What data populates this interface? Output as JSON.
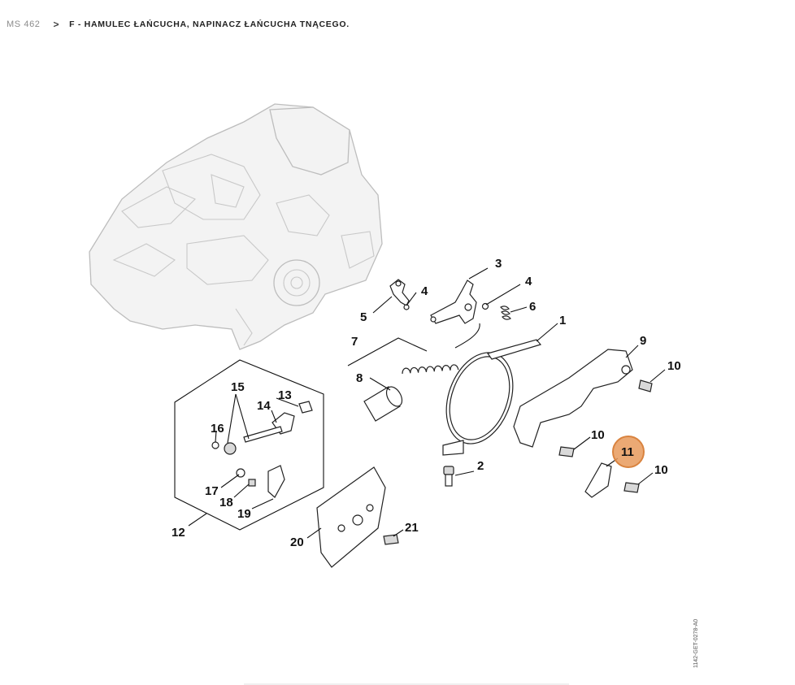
{
  "breadcrumb": {
    "root": "MS 462",
    "separator": ">",
    "current": "F - Hamulec łańcucha, napinacz łańcucha tnącego."
  },
  "diagram": {
    "document_id": "1142-GET-0278-A0",
    "highlight_color": "#e89a5c",
    "callouts": [
      "1",
      "2",
      "3",
      "4",
      "4",
      "5",
      "6",
      "7",
      "8",
      "9",
      "10",
      "10",
      "10",
      "11",
      "12",
      "13",
      "14",
      "15",
      "16",
      "17",
      "18",
      "19",
      "20",
      "21"
    ],
    "highlighted_callout": "11"
  }
}
